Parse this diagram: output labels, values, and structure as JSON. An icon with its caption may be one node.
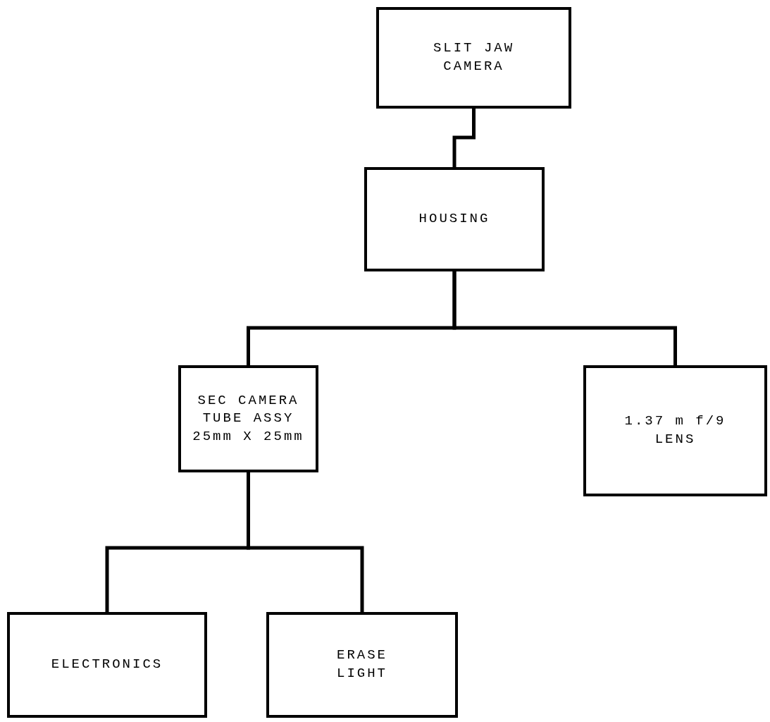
{
  "diagram": {
    "nodes": [
      {
        "text": [
          "SLIT JAW CAMERA"
        ]
      },
      {
        "text": [
          "HOUSING"
        ]
      },
      {
        "text": [
          "SEC CAMERA TUBE ASSY 25mm X 25mm"
        ]
      },
      {
        "text": [
          "1.37 m f/9 LENS"
        ]
      },
      {
        "text": [
          "ELECTRONICS"
        ]
      },
      {
        "text": [
          "ERASE LIGHT"
        ]
      }
    ],
    "edges": [
      {
        "from": 0,
        "to": 1,
        "arrow": "none"
      },
      {
        "from": 1,
        "to": 2,
        "arrow": "none"
      },
      {
        "from": 1,
        "to": 3,
        "arrow": "none"
      },
      {
        "from": 2,
        "to": 4,
        "arrow": "none"
      },
      {
        "from": 2,
        "to": 5,
        "arrow": "none"
      }
    ]
  }
}
